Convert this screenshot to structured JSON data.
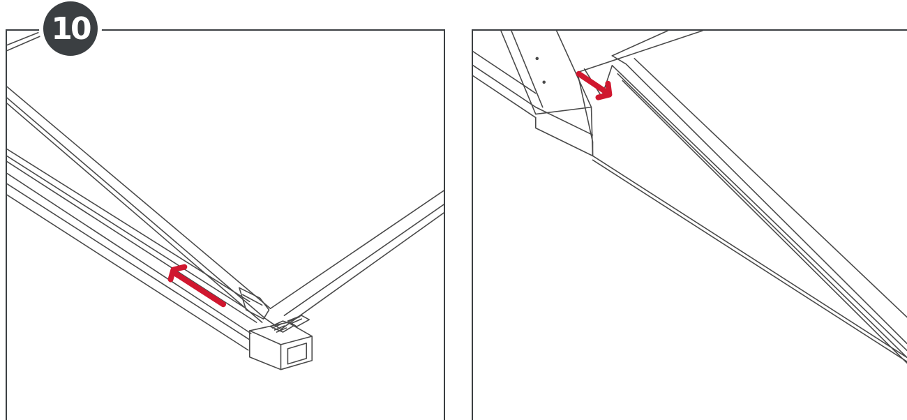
{
  "step": {
    "number": "10"
  },
  "colors": {
    "frame": "#3b3f42",
    "badge_bg": "#3b3f42",
    "badge_text": "#ffffff",
    "line_art": "#4a4a4a",
    "arrow": "#d0172f"
  },
  "panels": [
    {
      "name": "left-detail",
      "arrow_direction": "up-left"
    },
    {
      "name": "right-detail",
      "arrow_direction": "down-right"
    }
  ]
}
